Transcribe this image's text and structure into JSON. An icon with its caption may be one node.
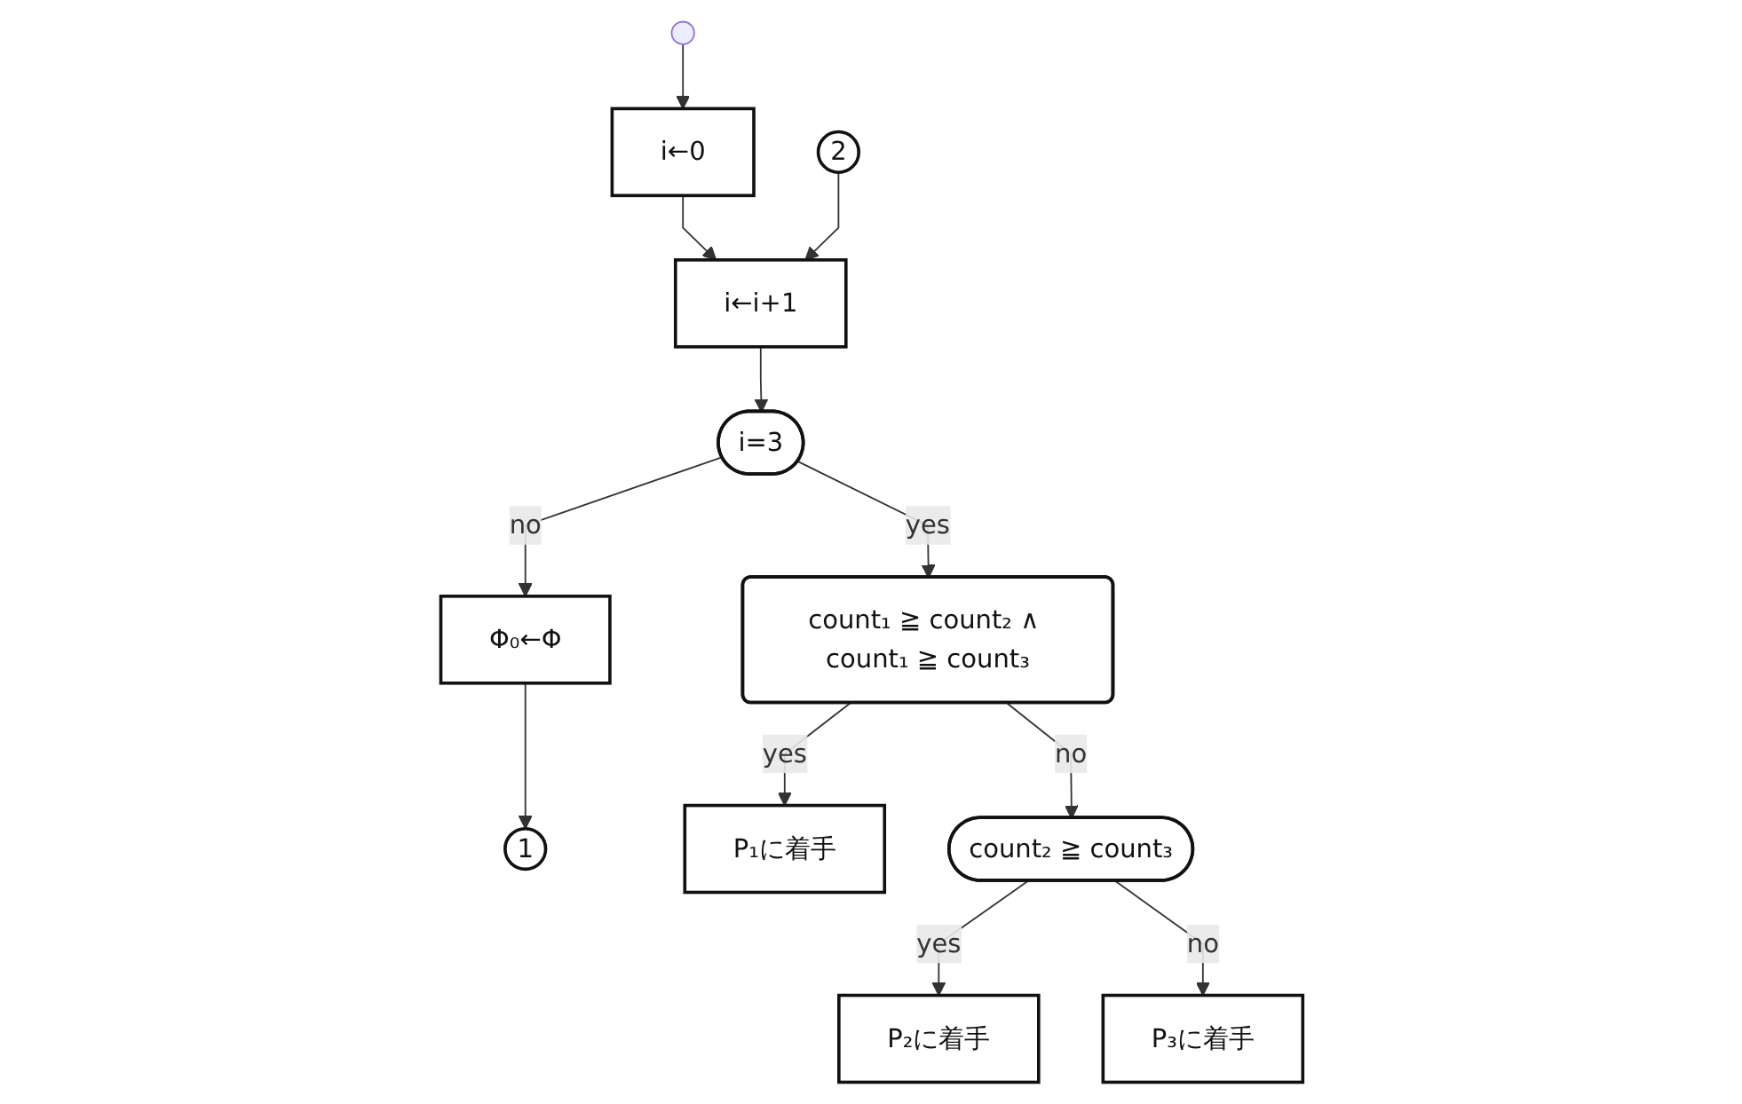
{
  "diagram": {
    "nodes": [
      {
        "text": [],
        "shape": "circle"
      },
      {
        "text": [
          "i←0"
        ]
      },
      {
        "text": [
          "2"
        ]
      },
      {
        "text": [
          "i←i+1"
        ]
      },
      {
        "text": [
          "i=3"
        ]
      },
      {
        "text": [
          "Φ₀←Φ"
        ]
      },
      {
        "text": [
          "1"
        ]
      },
      {
        "text": [
          "count₁ ≧ count₂ ∧ count₁ ≧ count₃"
        ]
      },
      {
        "text": [
          "P₁に着手"
        ]
      },
      {
        "text": [
          "count₂ ≧ count₃"
        ]
      },
      {
        "text": [
          "P₂に着手"
        ]
      },
      {
        "text": [
          "P₃に着手"
        ]
      }
    ],
    "edges": [
      {
        "from": 0,
        "to": 1,
        "arrow": "to"
      },
      {
        "from": 1,
        "to": 3,
        "arrow": "to"
      },
      {
        "from": 2,
        "to": 3,
        "arrow": "to"
      },
      {
        "from": 3,
        "to": 4,
        "arrow": "to"
      },
      {
        "from": 4,
        "to": 7,
        "label": "yes",
        "arrow": "to"
      },
      {
        "from": 4,
        "to": 5,
        "label": "no",
        "arrow": "to"
      },
      {
        "from": 5,
        "to": 6,
        "arrow": "to"
      },
      {
        "from": 7,
        "to": 8,
        "label": "yes",
        "arrow": "to"
      },
      {
        "from": 7,
        "to": 9,
        "label": "no",
        "arrow": "to"
      },
      {
        "from": 9,
        "to": 10,
        "label": "yes",
        "arrow": "to"
      },
      {
        "from": 9,
        "to": 11,
        "label": "no",
        "arrow": "to"
      }
    ]
  }
}
